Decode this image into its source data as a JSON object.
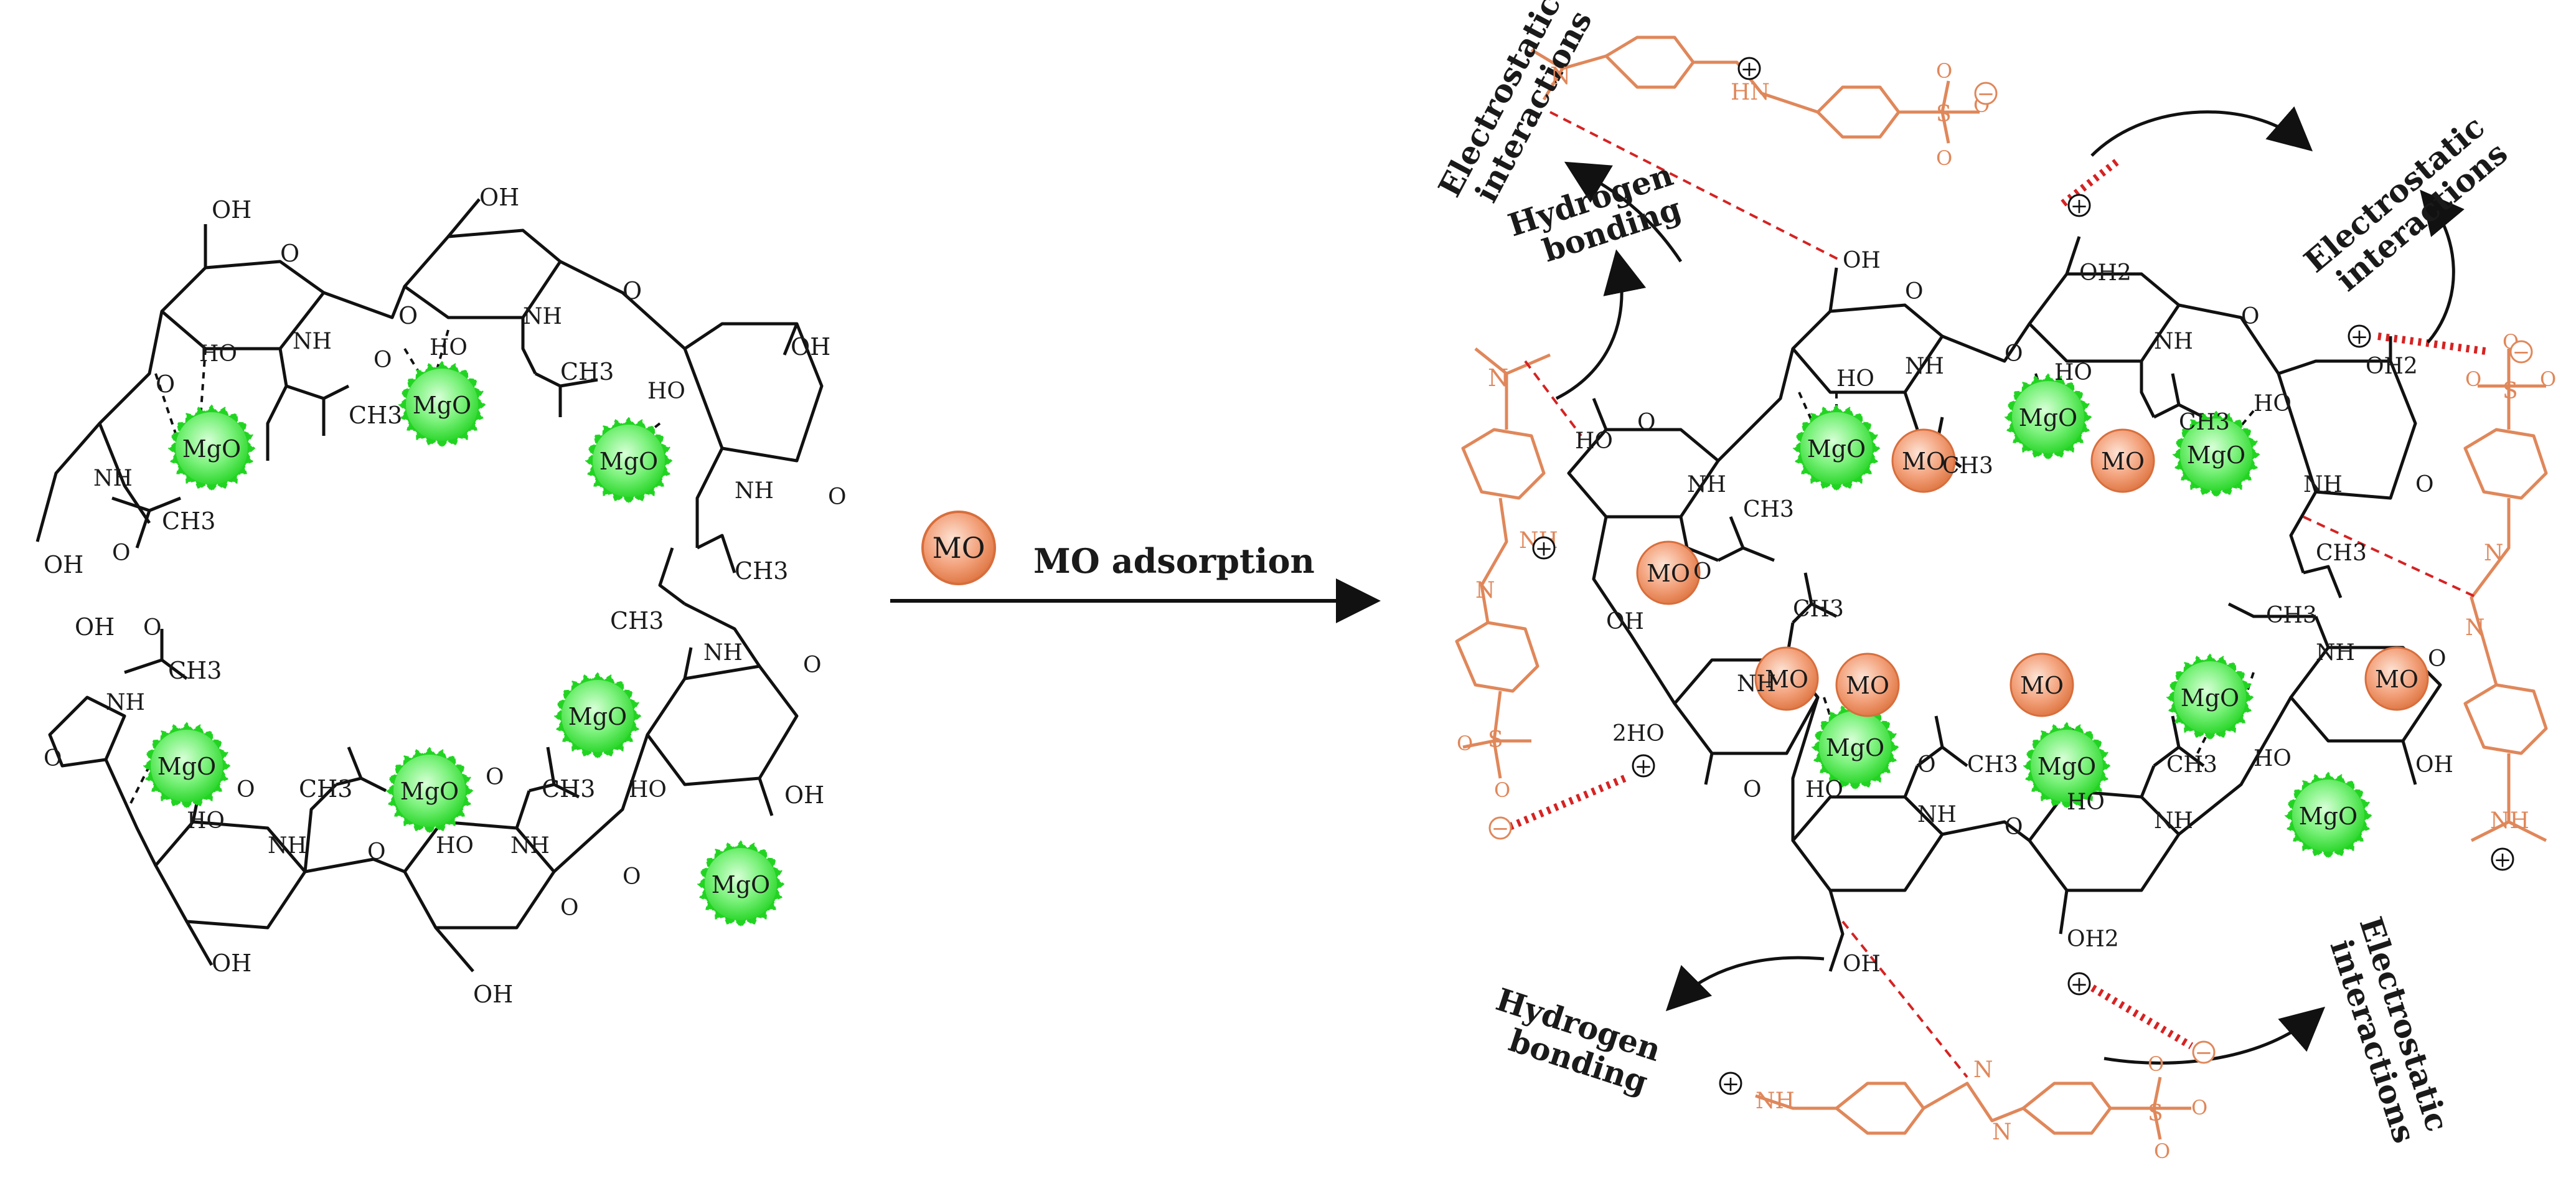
{
  "colors": {
    "mgo_fill": "#7cf27c",
    "mgo_edge": "#22d422",
    "mo_fill": "#f1a07a",
    "mo_edge": "#d86e3c",
    "dye": "#e0875a",
    "bond": "#d62222",
    "line": "#111111"
  },
  "arrow": {
    "mo_label": "MO",
    "caption": "MO adsorption"
  },
  "labels": {
    "mgo": "MgO",
    "mo": "MO",
    "hydrogen_bonding": [
      "Hydrogen",
      "bonding"
    ],
    "electrostatic": [
      "Electrostatic",
      "interactions"
    ]
  },
  "groups": {
    "oh": "OH",
    "ho": "HO",
    "nh": "NH",
    "ch3": "CH3",
    "o": "O",
    "oh2": "OH2",
    "two_ho": "2HO",
    "hn": "HN",
    "n": "N",
    "s": "S"
  },
  "charges": {
    "plus": "+",
    "minus": "−"
  }
}
